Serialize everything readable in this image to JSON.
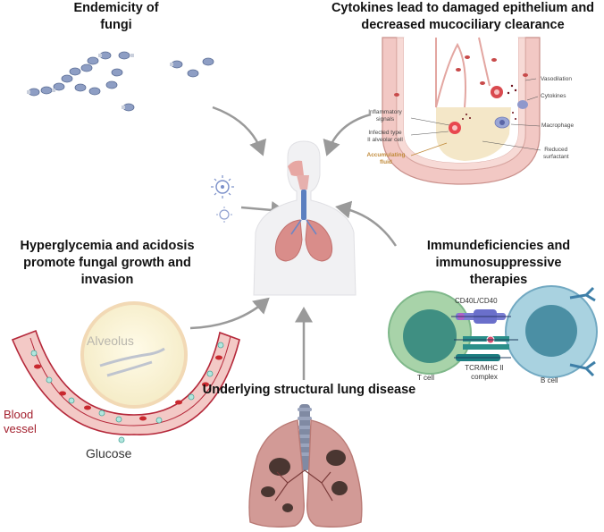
{
  "panels": {
    "fungi": {
      "title_line1": "Endemicity of",
      "title_line2": "fungi"
    },
    "cytokines": {
      "title_line1": "Cytokines  lead to damaged epithelium and",
      "title_line2": "decreased mucociliary clearance",
      "labels": {
        "vasodilation": "Vasodilation",
        "cytokines": "Cytokines",
        "macrophage": "Macrophage",
        "reduced_surfactant_1": "Reduced",
        "reduced_surfactant_2": "surfactant",
        "inflammatory_1": "Inflammatory",
        "inflammatory_2": "signals",
        "infected_1": "Infected type",
        "infected_2": "II alveolar cell",
        "fluid_1": "Accumulating",
        "fluid_2": "fluid"
      }
    },
    "hyperglycemia": {
      "title_line1": "Hyperglycemia and acidosis",
      "title_line2": "promote fungal growth and",
      "title_line3": "invasion",
      "alveolus": "Alveolus",
      "blood_vessel_1": "Blood",
      "blood_vessel_2": "vessel",
      "glucose": "Glucose"
    },
    "immuno": {
      "title_line1": "Immundeficiencies and",
      "title_line2": "immunosuppressive",
      "title_line3": "therapies",
      "cd40": "CD40L/CD40",
      "tcr_1": "TCR/MHC II",
      "tcr_2": "complex",
      "tcell": "T cell",
      "bcell": "B cell"
    },
    "structural": {
      "title": "Underlying structural lung disease"
    }
  },
  "colors": {
    "arrow": "#9a9a9a",
    "vessel": "#b5283a",
    "tissue": "#f2c8c4",
    "spore": "#7d8fb3",
    "tcell": "#8dc49a",
    "bcell": "#7fb6cc",
    "lung": "#c98a86"
  },
  "icons": [
    "fungal-spore-icon",
    "virus-icon",
    "human-torso-icon",
    "lung-icon",
    "t-cell-icon",
    "b-cell-icon"
  ]
}
